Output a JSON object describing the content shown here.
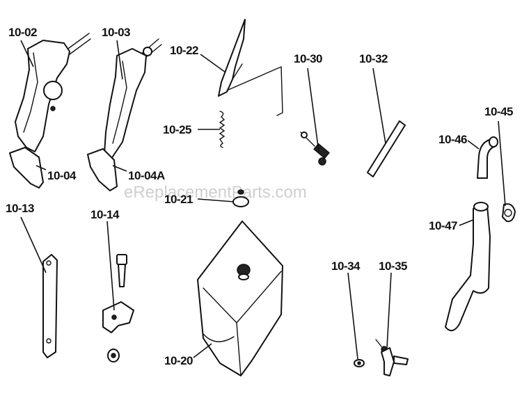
{
  "watermark": "eReplacementParts.com",
  "labels": {
    "p1002": "10-02",
    "p1003": "10-03",
    "p1004": "10-04",
    "p1004a": "10-04A",
    "p1013": "10-13",
    "p1014": "10-14",
    "p1020": "10-20",
    "p1021": "10-21",
    "p1022": "10-22",
    "p1025": "10-25",
    "p1030": "10-30",
    "p1032": "10-32",
    "p1034": "10-34",
    "p1035": "10-35",
    "p1045": "10-45",
    "p1046": "10-46",
    "p1047": "10-47"
  }
}
